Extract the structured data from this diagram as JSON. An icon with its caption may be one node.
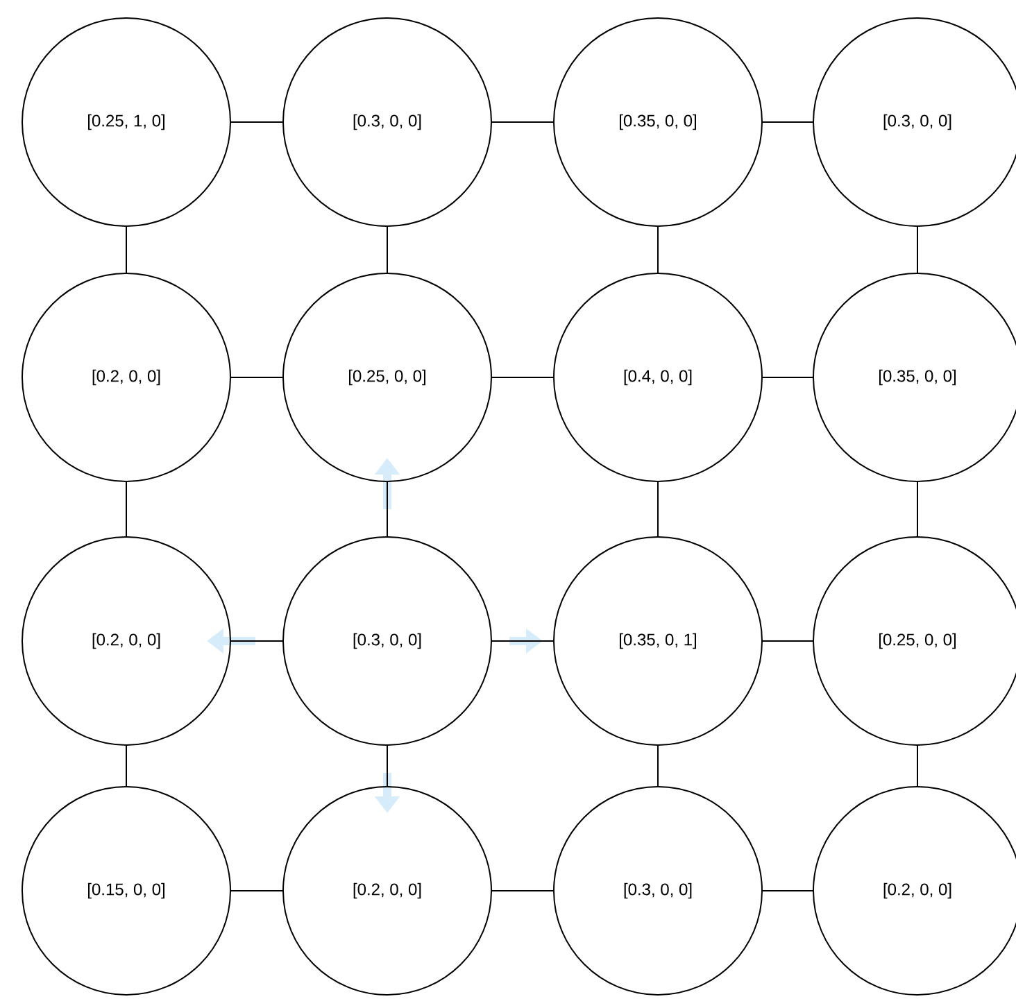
{
  "diagram": {
    "nodes": [
      {
        "text": [
          "[0.25, 1, 0]"
        ]
      },
      {
        "text": [
          "[0.3, 0, 0]"
        ]
      },
      {
        "text": [
          "[0.35, 0, 0]"
        ]
      },
      {
        "text": [
          "[0.3, 0, 0]"
        ]
      },
      {
        "text": [
          "[0.2, 0, 0]"
        ]
      },
      {
        "text": [
          "[0.25, 0, 0]"
        ]
      },
      {
        "text": [
          "[0.4, 0, 0]"
        ]
      },
      {
        "text": [
          "[0.35, 0, 0]"
        ]
      },
      {
        "text": [
          "[0.2, 0, 0]"
        ]
      },
      {
        "text": [
          "[0.3, 0, 0]"
        ]
      },
      {
        "text": [
          "[0.35, 0, 1]"
        ]
      },
      {
        "text": [
          "[0.25, 0, 0]"
        ]
      },
      {
        "text": [
          "[0.15, 0, 0]"
        ]
      },
      {
        "text": [
          "[0.2, 0, 0]"
        ]
      },
      {
        "text": [
          "[0.3, 0, 0]"
        ]
      },
      {
        "text": [
          "[0.2, 0, 0]"
        ]
      }
    ],
    "edges": [
      {
        "from": 0,
        "to": 1,
        "arrow": "none"
      },
      {
        "from": 1,
        "to": 2,
        "arrow": "none"
      },
      {
        "from": 2,
        "to": 3,
        "arrow": "none"
      },
      {
        "from": 0,
        "to": 4,
        "arrow": "none"
      },
      {
        "from": 1,
        "to": 5,
        "arrow": "none"
      },
      {
        "from": 2,
        "to": 6,
        "arrow": "none"
      },
      {
        "from": 3,
        "to": 7,
        "arrow": "none"
      },
      {
        "from": 4,
        "to": 5,
        "arrow": "none"
      },
      {
        "from": 5,
        "to": 6,
        "arrow": "none"
      },
      {
        "from": 6,
        "to": 7,
        "arrow": "none"
      },
      {
        "from": 4,
        "to": 8,
        "arrow": "none"
      },
      {
        "from": 5,
        "to": 9,
        "arrow": "none"
      },
      {
        "from": 6,
        "to": 10,
        "arrow": "none"
      },
      {
        "from": 7,
        "to": 11,
        "arrow": "none"
      },
      {
        "from": 8,
        "to": 9,
        "arrow": "none"
      },
      {
        "from": 9,
        "to": 10,
        "arrow": "none"
      },
      {
        "from": 10,
        "to": 11,
        "arrow": "none"
      },
      {
        "from": 8,
        "to": 12,
        "arrow": "none"
      },
      {
        "from": 9,
        "to": 13,
        "arrow": "none"
      },
      {
        "from": 10,
        "to": 14,
        "arrow": "none"
      },
      {
        "from": 11,
        "to": 15,
        "arrow": "none"
      },
      {
        "from": 12,
        "to": 13,
        "arrow": "none"
      },
      {
        "from": 13,
        "to": 14,
        "arrow": "none"
      },
      {
        "from": 14,
        "to": 15,
        "arrow": "none"
      }
    ]
  }
}
